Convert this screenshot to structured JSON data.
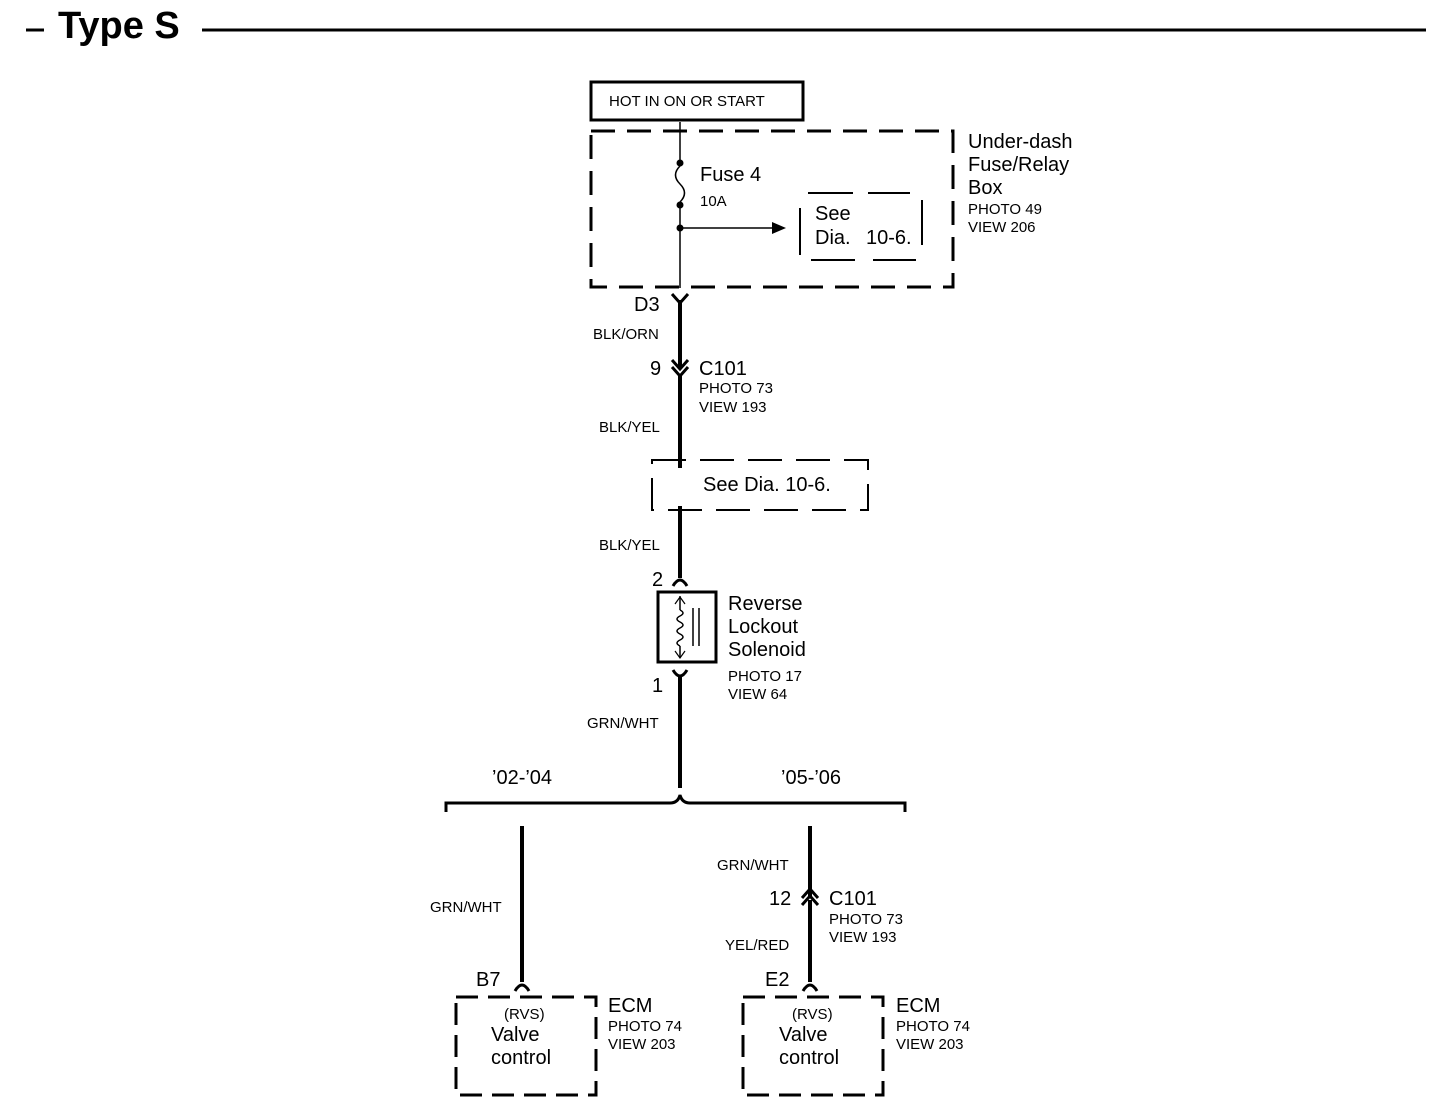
{
  "title": "Type S",
  "source_box": "HOT IN ON OR START",
  "fuse_box": {
    "name_line1": "Under-dash",
    "name_line2": "Fuse/Relay",
    "name_line3": "Box",
    "photo": "PHOTO 49",
    "view": "VIEW 206"
  },
  "fuse": {
    "name": "Fuse 4",
    "rating": "10A"
  },
  "see_ref_1": {
    "line1": "See",
    "line2": "Dia.",
    "line3": "10-6."
  },
  "pin_d3": "D3",
  "wire_blk_orn": "BLK/ORN",
  "c101_top": {
    "pin": "9",
    "name": "C101",
    "photo": "PHOTO 73",
    "view": "VIEW 193"
  },
  "wire_blk_yel_1": "BLK/YEL",
  "see_ref_2": "See Dia. 10-6.",
  "wire_blk_yel_2": "BLK/YEL",
  "solenoid": {
    "pin_top": "2",
    "pin_bottom": "1",
    "name_line1": "Reverse",
    "name_line2": "Lockout",
    "name_line3": "Solenoid",
    "photo": "PHOTO 17",
    "view": "VIEW 64"
  },
  "wire_grn_wht_main": "GRN/WHT",
  "years_left": "’02-’04",
  "years_right": "’05-’06",
  "left_branch": {
    "wire": "GRN/WHT",
    "pin": "B7",
    "sub": "(RVS)",
    "line1": "Valve",
    "line2": "control",
    "name": "ECM",
    "photo": "PHOTO 74",
    "view": "VIEW 203"
  },
  "right_branch": {
    "wire_top": "GRN/WHT",
    "c101_pin": "12",
    "c101_name": "C101",
    "c101_photo": "PHOTO 73",
    "c101_view": "VIEW 193",
    "wire_bottom": "YEL/RED",
    "pin": "E2",
    "sub": "(RVS)",
    "line1": "Valve",
    "line2": "control",
    "name": "ECM",
    "photo": "PHOTO 74",
    "view": "VIEW 203"
  }
}
